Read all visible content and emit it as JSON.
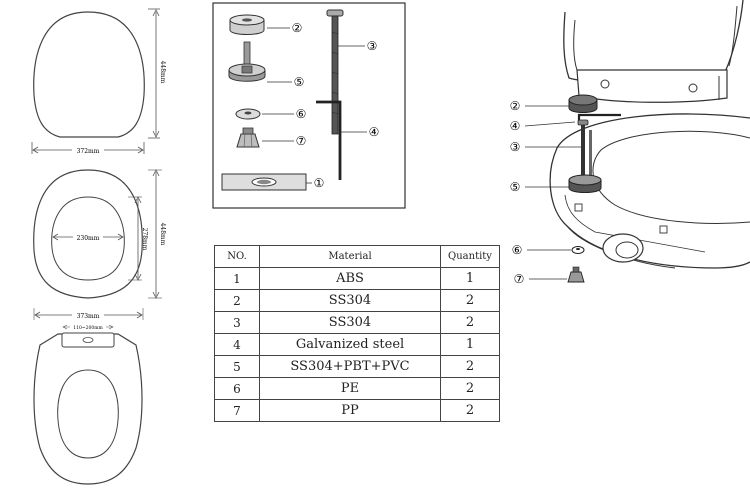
{
  "dimensions": {
    "seat_top": {
      "height": "448mm",
      "width": "372mm"
    },
    "seat_mid": {
      "inner_width": "230mm",
      "inner_height": "278mm",
      "height": "448mm"
    },
    "seat_bottom": {
      "width": "373mm",
      "hinge_spacing": "110~200mm"
    }
  },
  "parts_box_callouts": [
    "②",
    "⑤",
    "⑥",
    "⑦",
    "①",
    "③",
    "④"
  ],
  "assembly_callouts": [
    "②",
    "④",
    "③",
    "⑤",
    "⑥",
    "⑦"
  ],
  "table": {
    "headers": [
      "NO.",
      "Material",
      "Quantity"
    ],
    "rows": [
      {
        "no": "1",
        "material": "ABS",
        "qty": "1"
      },
      {
        "no": "2",
        "material": "SS304",
        "qty": "2"
      },
      {
        "no": "3",
        "material": "SS304",
        "qty": "2"
      },
      {
        "no": "4",
        "material": "Galvanized steel",
        "qty": "1"
      },
      {
        "no": "5",
        "material": "SS304+PBT+PVC",
        "qty": "2"
      },
      {
        "no": "6",
        "material": "PE",
        "qty": "2"
      },
      {
        "no": "7",
        "material": "PP",
        "qty": "2"
      }
    ]
  }
}
